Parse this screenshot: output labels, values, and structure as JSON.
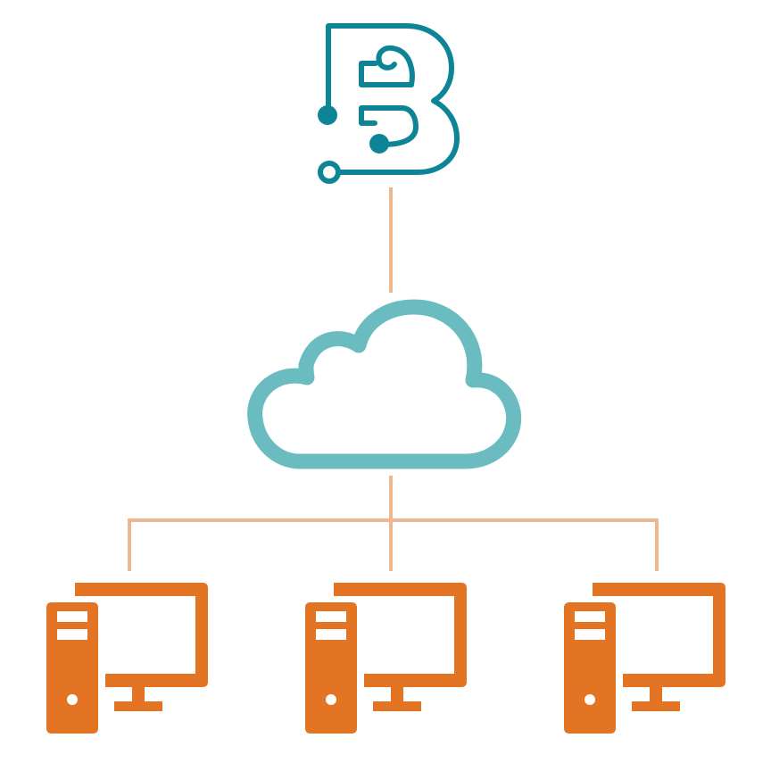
{
  "diagram": {
    "topology": "logo-to-cloud-to-three-computers",
    "nodes": [
      {
        "id": "logo",
        "icon": "b-circuit-logo-icon"
      },
      {
        "id": "cloud",
        "icon": "cloud-icon"
      },
      {
        "id": "computer-1",
        "icon": "desktop-computer-icon"
      },
      {
        "id": "computer-2",
        "icon": "desktop-computer-icon"
      },
      {
        "id": "computer-3",
        "icon": "desktop-computer-icon"
      }
    ],
    "edges": [
      {
        "from": "logo",
        "to": "cloud"
      },
      {
        "from": "cloud",
        "to": "computer-1"
      },
      {
        "from": "cloud",
        "to": "computer-2"
      },
      {
        "from": "cloud",
        "to": "computer-3"
      }
    ]
  },
  "colors": {
    "logo": "#0e8596",
    "cloud": "#6bbcc1",
    "computer": "#e37424",
    "connector": "#edb88f",
    "background": "#ffffff"
  }
}
